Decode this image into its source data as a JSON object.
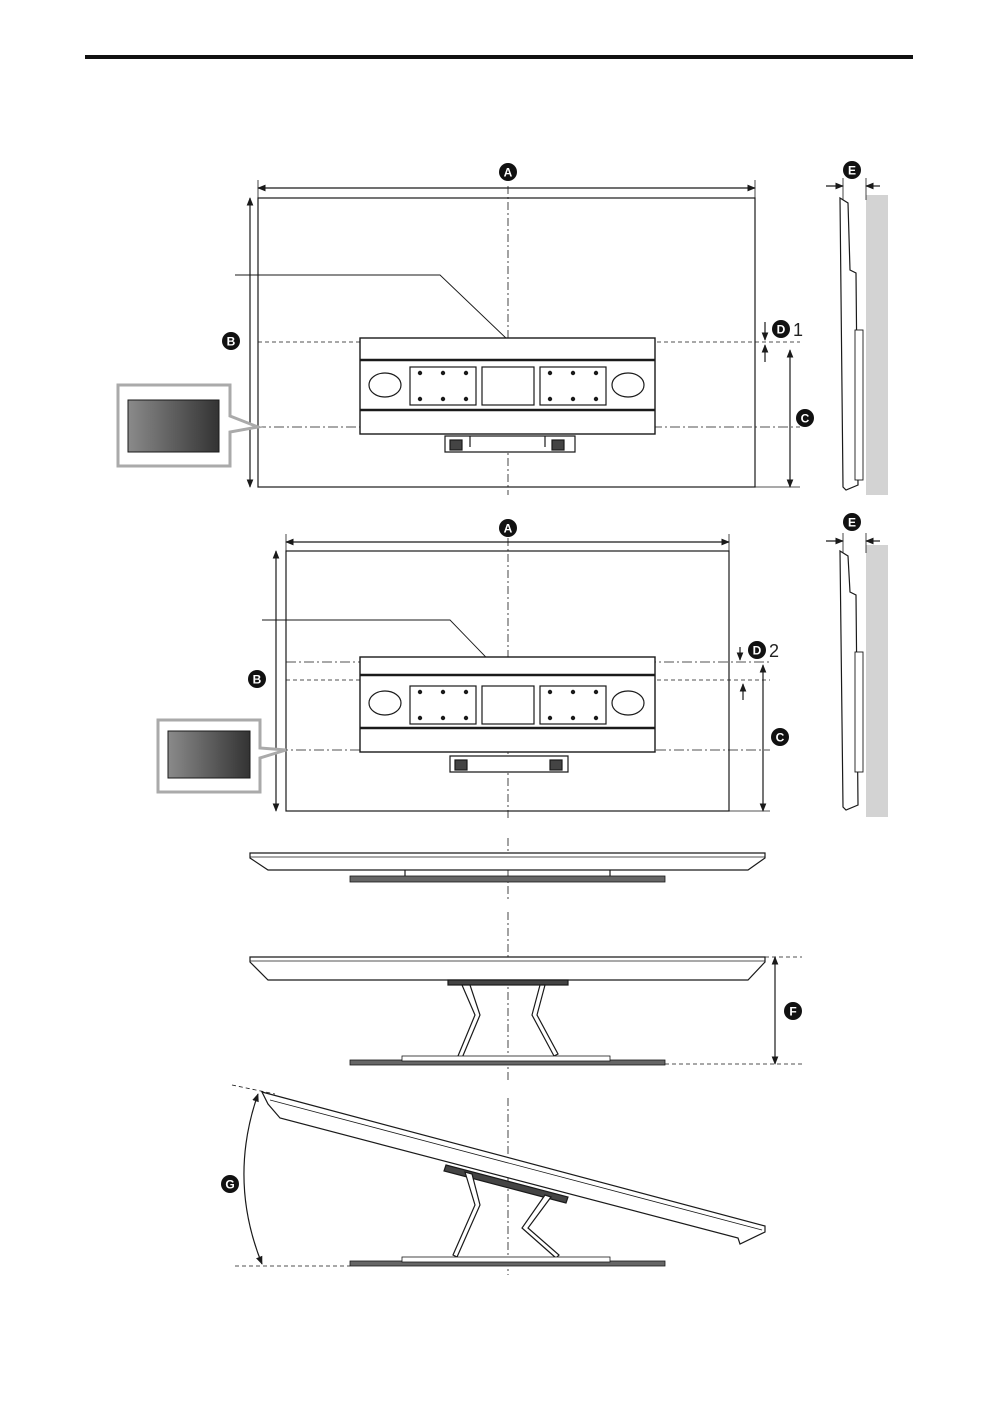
{
  "labels": {
    "width": "A",
    "height": "B",
    "center_to_bottom": "C",
    "center_offset": "D",
    "depth": "E",
    "stand_height": "F",
    "tilt_angle": "G"
  },
  "d_variants": [
    "1",
    "2"
  ],
  "colors": {
    "line": "#1a1a1a",
    "wall": "#d3d3d3",
    "badge": "#111111",
    "screen_dark": "#3a3a3a",
    "screen_light": "#8a8a8a",
    "base_plate": "#666666"
  }
}
